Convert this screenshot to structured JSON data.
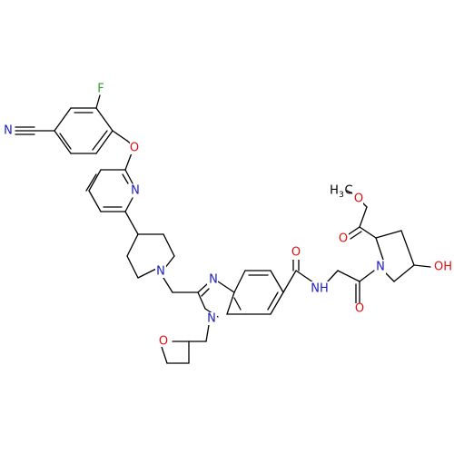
{
  "colors": {
    "carbon": "#000000",
    "nitrogen": "#1a1acc",
    "oxygen": "#e01010",
    "fluorine": "#2e9e2e",
    "background": "#ffffff"
  },
  "labels": {
    "nitrile_n": "N",
    "fluorine": "F",
    "ether_o": "O",
    "pyridine_n": "N",
    "piperidine_n": "N",
    "imidazole_n3": "N",
    "imidazole_n1": "N",
    "oxetane_o": "O",
    "amide_o": "O",
    "amide_nh": "NH",
    "glycyl_o": "O",
    "pyrrolidine_n": "N",
    "hydroxyl": "OH",
    "ester_o": "O",
    "ester_o2": "O",
    "methyl": "H",
    "methyl_sub": "3",
    "methyl_c": "C"
  }
}
